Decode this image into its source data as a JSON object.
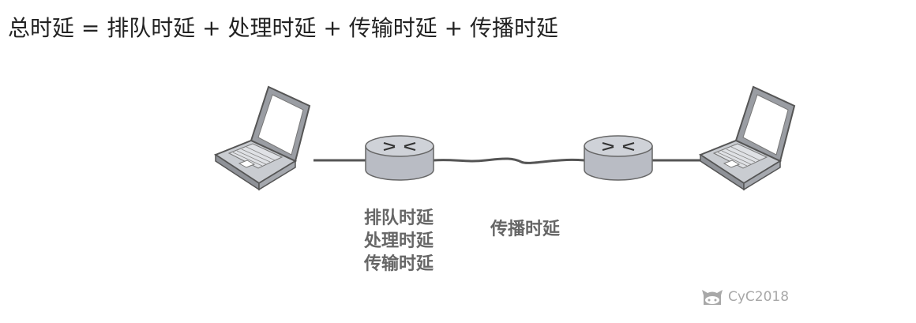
{
  "formula": "总时延 = 排队时延 + 处理时延 + 传输时延 + 传播时延",
  "node_delays": [
    "排队时延",
    "处理时延",
    "传输时延"
  ],
  "link_delay": "传播时延",
  "watermark": {
    "icon": "github-cat-icon",
    "text": "CyC2018"
  },
  "colors": {
    "text": "#222222",
    "label": "#666666",
    "router_body": "#b9bcc4",
    "router_top": "#cfd2d8",
    "link": "#555555",
    "watermark": "#a8a8a8"
  }
}
